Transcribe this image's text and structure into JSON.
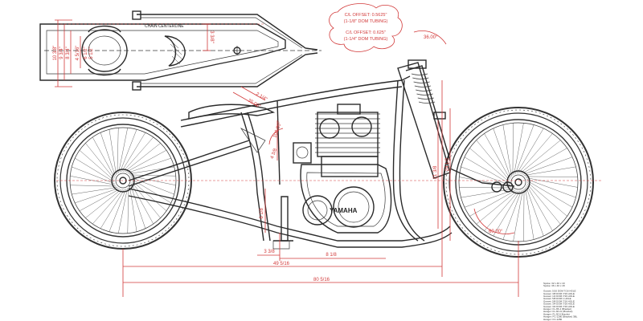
{
  "diagram": {
    "brand_text": "YAMAHA",
    "inset": {
      "chain_label": "CHAIN CENTERLINE",
      "left_dims": [
        "10 3/8\"",
        "9 3/4\"",
        "8 3/4\"",
        "4 5/16\""
      ],
      "right_dim": "3 3/8\"",
      "dia_dims": [
        "6 1/2\"",
        "5 1/2\""
      ]
    },
    "notes": [
      "C/L OFFSET: 0.5625\"",
      "(1-1/8\" DOM TUBING)",
      "C/L OFFSET: 0.625\"",
      "(1-1/4\" DOM TUBING)"
    ],
    "angles": [
      "36.00°",
      "100.00°",
      "60.00°"
    ],
    "frame_dims": {
      "diag_1": "2 1/4\"",
      "diag_2": "35.00°",
      "vertical_a": "6 1/8",
      "vertical_b": "4 3/8",
      "vertical_c": "21 3/8",
      "vertical_d": "24 1/2"
    },
    "bottom_dims": [
      "3 3/8",
      "8 1/8",
      "49 5/16",
      "80 5/16"
    ],
    "legend_lines": [
      "Spoke: 32 x 40 x 19",
      "Spoke: 36 x 40 x 18",
      "",
      "Gusset: 5/16 DOM 7/16 HOLE",
      "Gusset: 3/8 DOM 7/16 HOLE",
      "Gusset: 1/2 DOM 7/16 HOLE",
      "Gusset: 5/8 DOM 1 HOLE",
      "Gusset: 5/8 DOM 7/16 HOLE",
      "Gusset: 3/4 DOM 7/16 HOLE",
      "Gusset: 3/4 DOM 7/16 HOLE",
      "Hanger: FL-65-4 (Bracket)",
      "Hanger: FL-60 2L (Bracket)",
      "Hanger: FL-50 6 Bracket",
      "Hanger: FC-1280 (Bracket) 3BL",
      "Hanger: FC-1280"
    ]
  }
}
